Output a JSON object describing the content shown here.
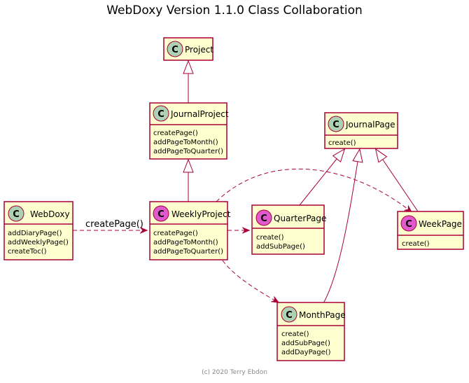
{
  "title": "WebDoxy Version 1.1.0 Class Collaboration",
  "footer": "(c) 2020 Terry Ebdon",
  "class_icon_letter": "C",
  "colors": {
    "box_fill": "#FEFECE",
    "box_border": "#A80036",
    "class_icon_green": "#ADD1B2",
    "class_icon_magenta": "#E15ACD"
  },
  "classes": {
    "project": {
      "name": "Project",
      "icon": "green",
      "members": []
    },
    "journal_project": {
      "name": "JournalProject",
      "icon": "green",
      "members": [
        "createPage()",
        "addPageToMonth()",
        "addPageToQuarter()"
      ]
    },
    "journal_page": {
      "name": "JournalPage",
      "icon": "green",
      "members": [
        "create()"
      ]
    },
    "webdoxy": {
      "name": "WebDoxy",
      "icon": "green",
      "members": [
        "addDiaryPage()",
        "addWeeklyPage()",
        "createToc()"
      ]
    },
    "weekly_project": {
      "name": "WeeklyProject",
      "icon": "magenta",
      "members": [
        "createPage()",
        "addPageToMonth()",
        "addPageToQuarter()"
      ]
    },
    "quarter_page": {
      "name": "QuarterPage",
      "icon": "magenta",
      "members": [
        "create()",
        "addSubPage()"
      ]
    },
    "week_page": {
      "name": "WeekPage",
      "icon": "magenta",
      "members": [
        "create()"
      ]
    },
    "month_page": {
      "name": "MonthPage",
      "icon": "green",
      "members": [
        "create()",
        "addSubPage()",
        "addDayPage()"
      ]
    }
  },
  "relations": [
    {
      "from": "JournalProject",
      "to": "Project",
      "type": "inheritance"
    },
    {
      "from": "WeeklyProject",
      "to": "JournalProject",
      "type": "inheritance"
    },
    {
      "from": "QuarterPage",
      "to": "JournalPage",
      "type": "inheritance"
    },
    {
      "from": "MonthPage",
      "to": "JournalPage",
      "type": "inheritance"
    },
    {
      "from": "WeekPage",
      "to": "JournalPage",
      "type": "inheritance"
    },
    {
      "from": "WebDoxy",
      "to": "WeeklyProject",
      "type": "dependency",
      "label": "createPage()"
    },
    {
      "from": "WeeklyProject",
      "to": "QuarterPage",
      "type": "dependency",
      "label": ""
    },
    {
      "from": "WeeklyProject",
      "to": "MonthPage",
      "type": "dependency",
      "label": ""
    },
    {
      "from": "WeeklyProject",
      "to": "WeekPage",
      "type": "dependency",
      "label": ""
    }
  ],
  "edge_labels": {
    "webdoxy_to_weekly": "createPage()"
  }
}
